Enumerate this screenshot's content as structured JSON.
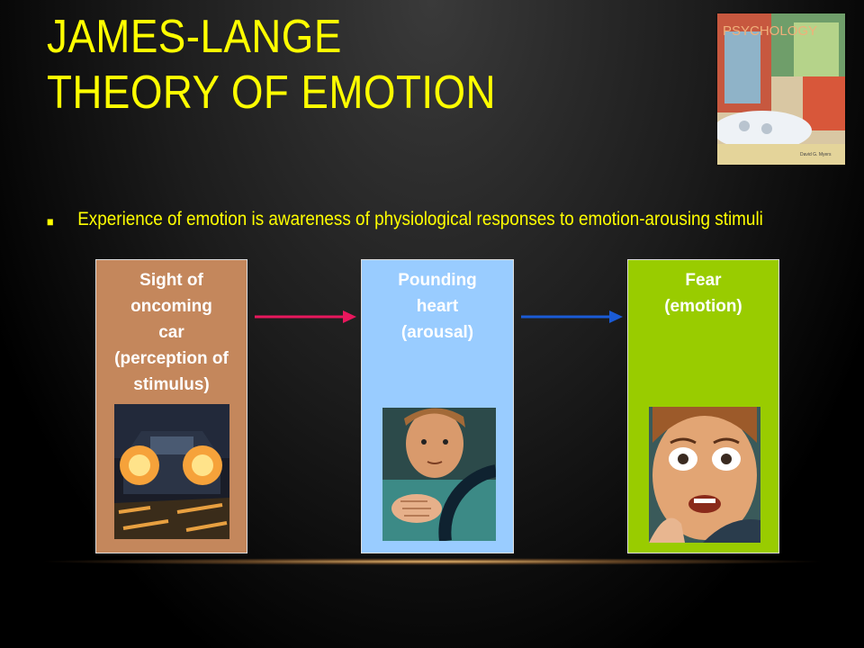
{
  "slide": {
    "title_line1": "JAMES-LANGE",
    "title_line2": "THEORY OF EMOTION",
    "book_title": "PSYCHOLOGY",
    "book_author": "David G. Myers",
    "bullet_text": "Experience of emotion is awareness of physiological responses to emotion-arousing stimuli",
    "stages": [
      {
        "label": "Sight of\noncoming\ncar\n(perception of\nstimulus)"
      },
      {
        "label": "Pounding\nheart\n(arousal)"
      },
      {
        "label": "Fear\n(emotion)"
      }
    ]
  },
  "colors": {
    "title": "#ffff00",
    "box1": "#c4875c",
    "box2": "#99ccff",
    "box3": "#99cc00",
    "arrow1": "#e8175d",
    "arrow2": "#1a5bd6"
  }
}
